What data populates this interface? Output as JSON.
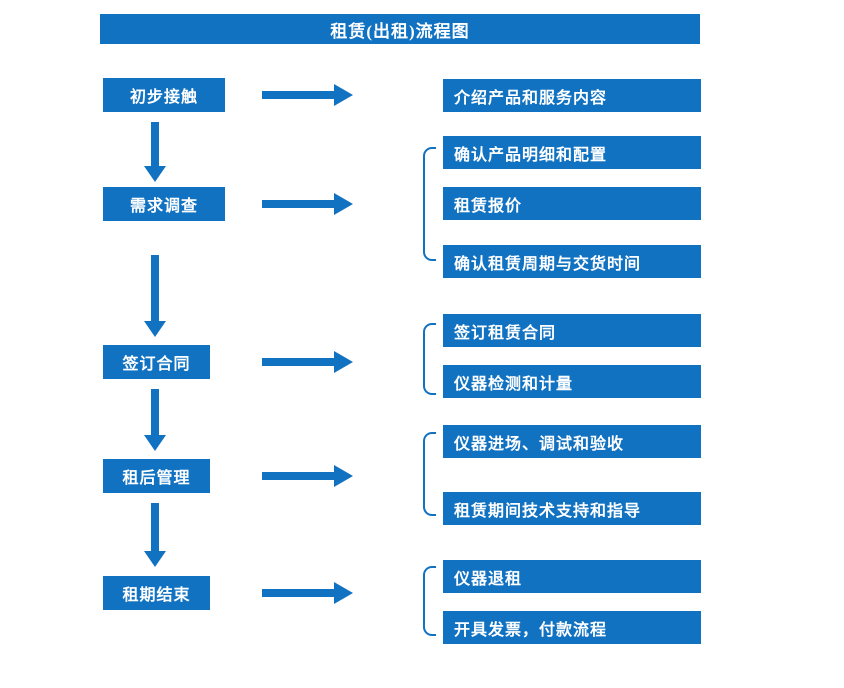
{
  "title": "租赁(出租)流程图",
  "colors": {
    "accent": "#1272C2"
  },
  "steps": [
    {
      "label": "初步接触",
      "details": [
        "介绍产品和服务内容"
      ]
    },
    {
      "label": "需求调查",
      "details": [
        "确认产品明细和配置",
        "租赁报价",
        "确认租赁周期与交货时间"
      ]
    },
    {
      "label": "签订合同",
      "details": [
        "签订租赁合同",
        "仪器检测和计量"
      ]
    },
    {
      "label": "租后管理",
      "details": [
        "仪器进场、调试和验收",
        "租赁期间技术支持和指导"
      ]
    },
    {
      "label": "租期结束",
      "details": [
        "仪器退租",
        "开具发票，付款流程"
      ]
    }
  ]
}
